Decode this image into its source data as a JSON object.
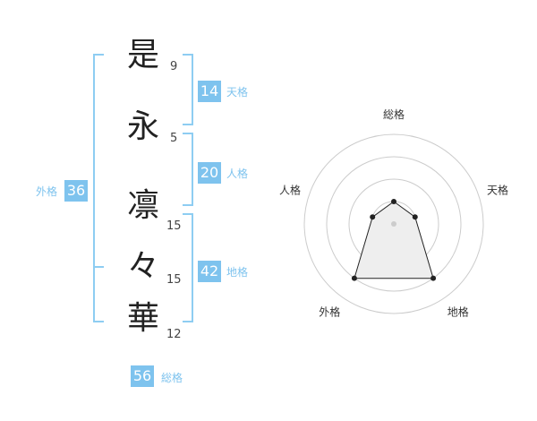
{
  "name_chars": [
    {
      "char": "是",
      "strokes": "9"
    },
    {
      "char": "永",
      "strokes": "5"
    },
    {
      "char": "凛",
      "strokes": "15"
    },
    {
      "char": "々",
      "strokes": "15"
    },
    {
      "char": "華",
      "strokes": "12"
    }
  ],
  "scores": {
    "tenkaku": {
      "value": "14",
      "label": "天格"
    },
    "jinkaku": {
      "value": "20",
      "label": "人格"
    },
    "chikaku": {
      "value": "42",
      "label": "地格"
    },
    "gaikaku": {
      "value": "36",
      "label": "外格"
    },
    "soukaku": {
      "value": "56",
      "label": "総格"
    }
  },
  "colors": {
    "accent": "#7ec3ee",
    "bracket": "#8ecdf2",
    "radar_fill": "#eeeeee"
  },
  "chart_data": {
    "type": "radar",
    "axes": [
      "総格",
      "天格",
      "地格",
      "外格",
      "人格"
    ],
    "levels": 4,
    "values": [
      1,
      1,
      3,
      3,
      1
    ],
    "max": 4
  }
}
